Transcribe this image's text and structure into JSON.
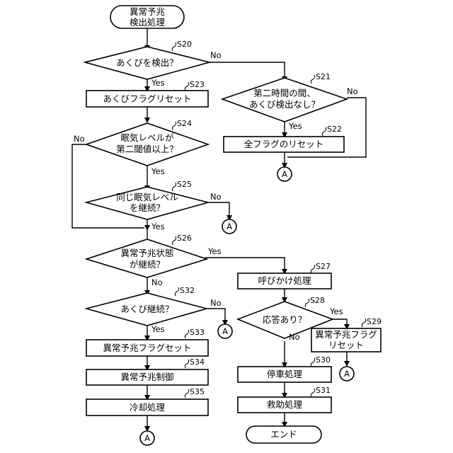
{
  "nodes": {
    "start": [
      "異常予兆",
      "検出処理"
    ],
    "s20": [
      "あくびを検出？"
    ],
    "s21": [
      "第二時間の間、",
      "あくび検出なし？"
    ],
    "s22": [
      "全フラグのリセット"
    ],
    "s23": [
      "あくびフラグリセット"
    ],
    "s24": [
      "眠気レベルが",
      "第二閾値以上？"
    ],
    "s25": [
      "同じ眠気レベル",
      "を継続？"
    ],
    "s26": [
      "異常予兆状態",
      "が継続？"
    ],
    "s27": [
      "呼びかけ処理"
    ],
    "s28": [
      "応答あり？"
    ],
    "s29": [
      "異常予兆フラグ",
      "リセット"
    ],
    "s30": [
      "停車処理"
    ],
    "s31": [
      "救助処理"
    ],
    "s32": [
      "あくび継続？"
    ],
    "s33": [
      "異常予兆フラグセット"
    ],
    "s34": [
      "異常予兆制御"
    ],
    "s35": [
      "冷却処理"
    ],
    "end": [
      "エンド"
    ]
  },
  "steps": {
    "s20": "S20",
    "s21": "S21",
    "s22": "S22",
    "s23": "S23",
    "s24": "S24",
    "s25": "S25",
    "s26": "S26",
    "s27": "S27",
    "s28": "S28",
    "s29": "S29",
    "s30": "S30",
    "s31": "S31",
    "s32": "S32",
    "s33": "S33",
    "s34": "S34",
    "s35": "S35"
  },
  "labels": {
    "yes": "Yes",
    "no": "No",
    "connector": "A"
  }
}
